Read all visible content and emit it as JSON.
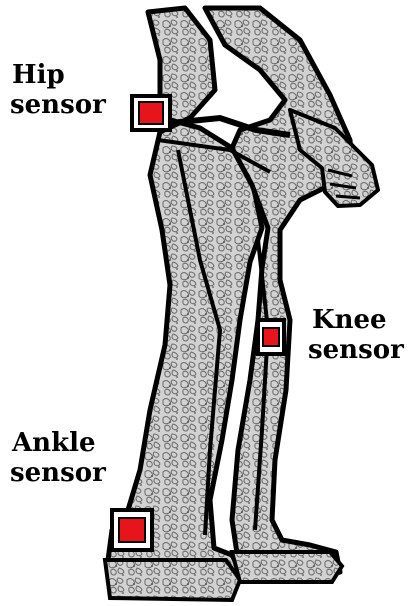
{
  "colors": {
    "background": "#ffffff",
    "outline": "#000000",
    "texture_fill": "#c9c9c9",
    "sensor_red": "#e8141c",
    "sensor_housing": "#ffffff"
  },
  "labels": {
    "hip": {
      "line1": "Hip",
      "line2": "sensor"
    },
    "knee": {
      "line1": "Knee",
      "line2": "sensor"
    },
    "ankle": {
      "line1": "Ankle",
      "line2": "sensor"
    }
  }
}
